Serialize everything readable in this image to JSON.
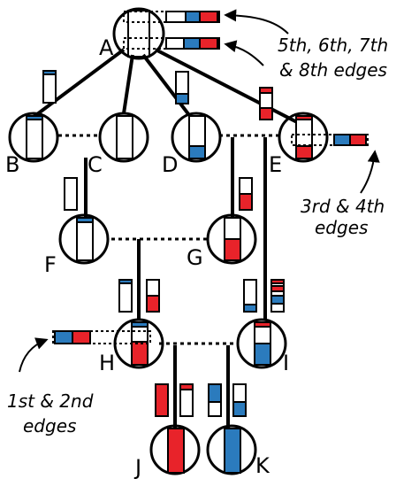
{
  "colors": {
    "red": "#e8232a",
    "blue": "#2b7bbd",
    "black": "#000000",
    "white": "#ffffff"
  },
  "nodes": {
    "A": "A",
    "B": "B",
    "C": "C",
    "D": "D",
    "E": "E",
    "F": "F",
    "G": "G",
    "H": "H",
    "I": "I",
    "J": "J",
    "K": "K"
  },
  "annotations": {
    "top": [
      "5th, 6th, 7th",
      "& 8th edges"
    ],
    "right": [
      "3rd & 4th",
      "edges"
    ],
    "left": [
      "1st & 2nd",
      "edges"
    ]
  }
}
